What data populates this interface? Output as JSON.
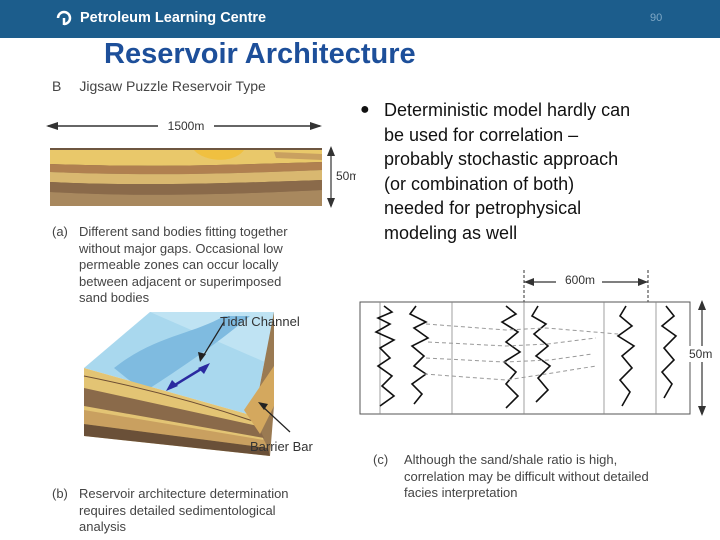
{
  "header": {
    "brand": "Petroleum Learning Centre",
    "page_number": "90"
  },
  "slide": {
    "title": "Reservoir Architecture"
  },
  "figure": {
    "label_letter": "B",
    "label_title": "Jigsaw Puzzle Reservoir Type",
    "dim_width": "1500m",
    "dim_height": "50m",
    "caption_a_letter": "(a)",
    "caption_a_lines": [
      "Different sand bodies fitting together",
      "without major gaps. Occasional low",
      "permeable zones can occur locally",
      "between adjacent or superimposed",
      "sand bodies"
    ],
    "tidal_channel_label": "Tidal Channel",
    "barrier_bar_label": "Barrier Bar",
    "caption_b_letter": "(b)",
    "caption_b_lines": [
      "Reservoir architecture determination",
      "requires detailed sedimentological",
      "analysis"
    ],
    "log_width": "600m",
    "log_height": "50m",
    "caption_c_letter": "(c)",
    "caption_c_lines": [
      "Although the sand/shale ratio is high,",
      "correlation may be difficult without detailed",
      "facies interpretation"
    ]
  },
  "bullet": {
    "lines": [
      "Deterministic model hardly can",
      "be used for correlation –",
      "probably stochastic approach",
      "(or combination of both)",
      "needed for petrophysical",
      "modeling as well"
    ]
  },
  "colors": {
    "header_bg": "#1c5d8c",
    "title": "#1d4f9a",
    "sand": "#e9c86a",
    "shale": "#8a6a4a",
    "water": "#8cc8e6"
  }
}
